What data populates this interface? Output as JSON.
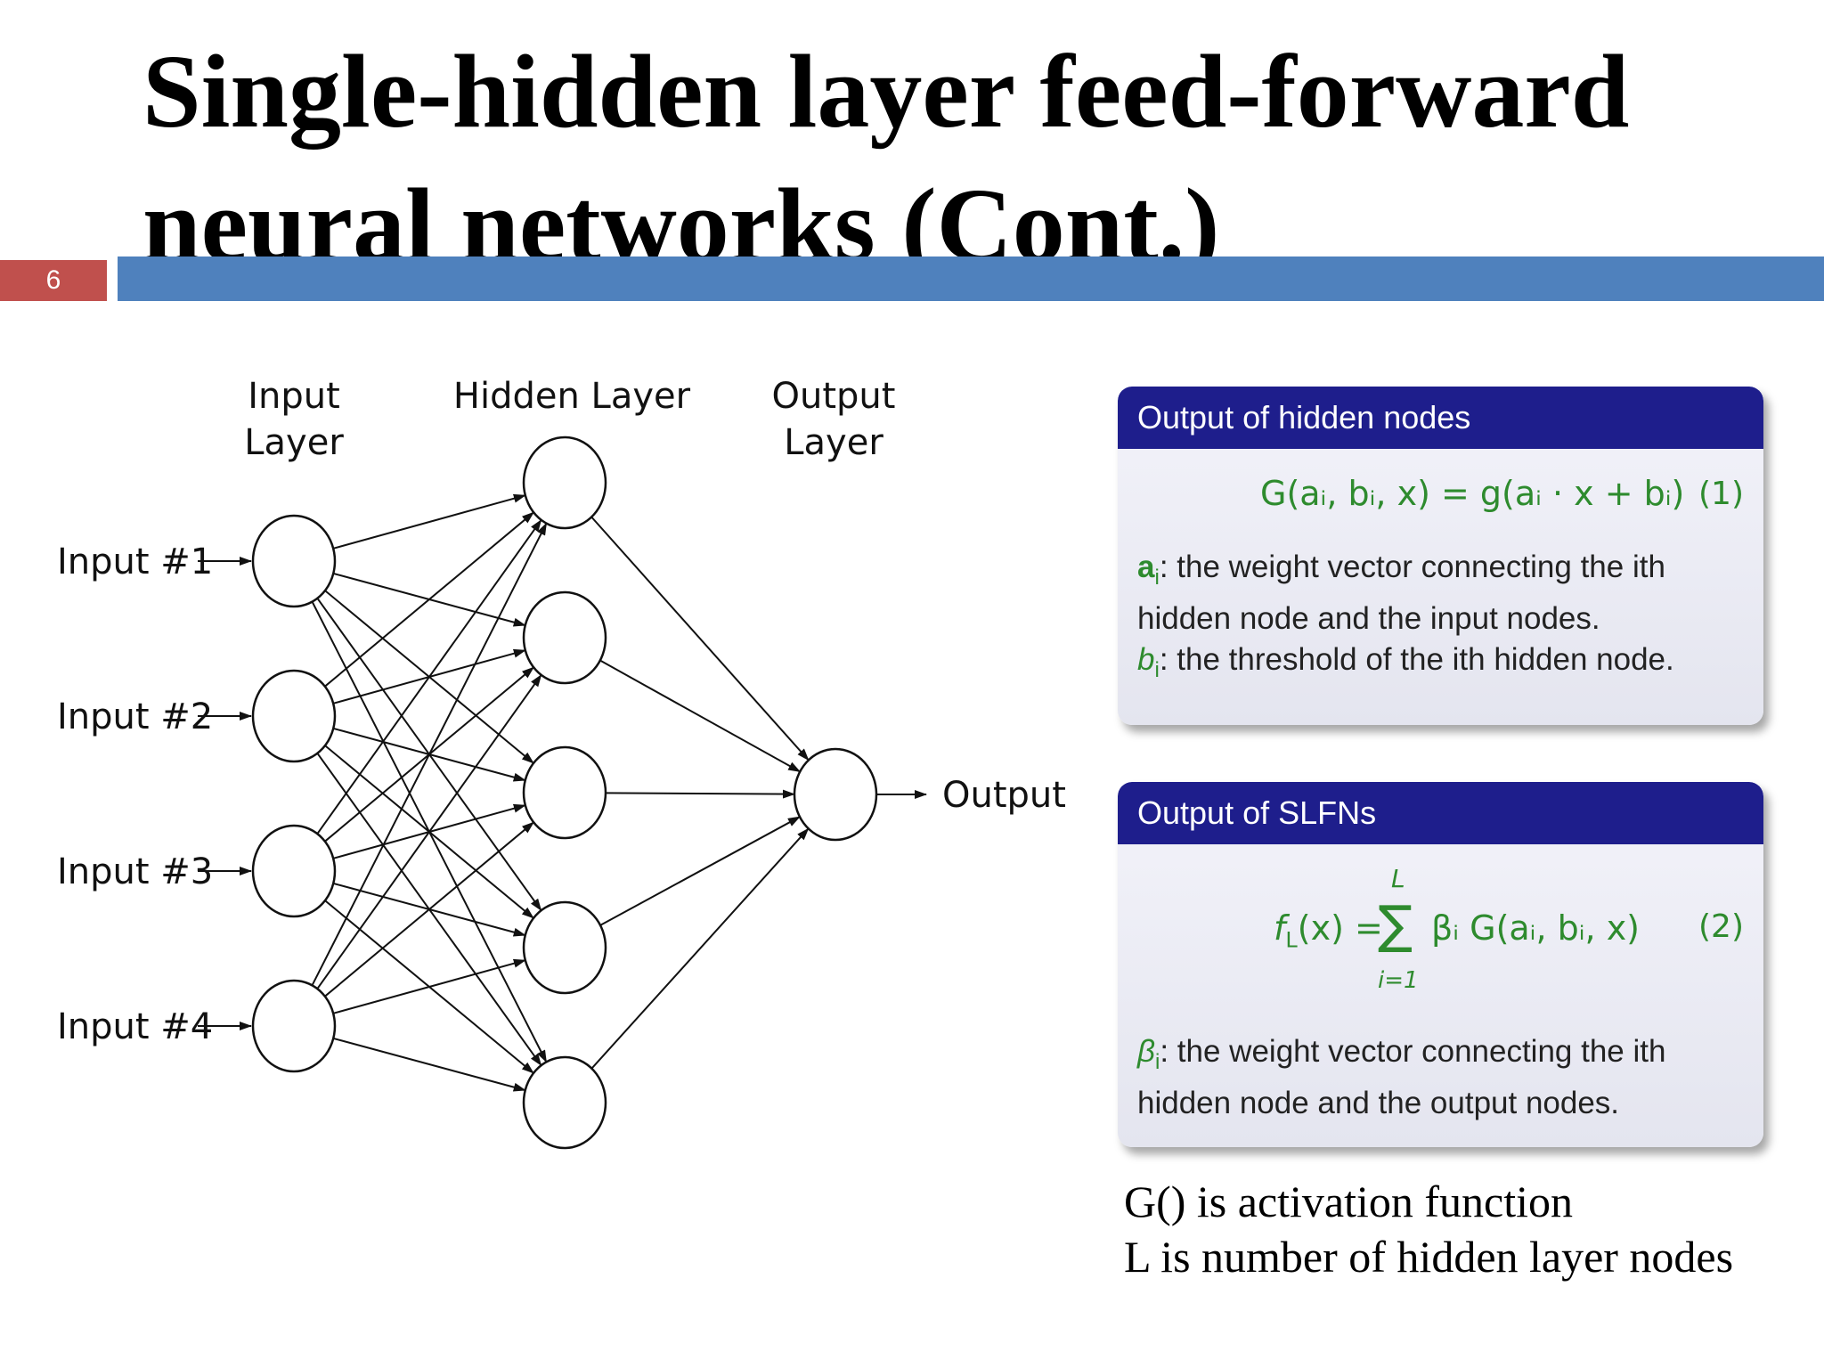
{
  "slide": {
    "title": "Single-hidden layer feed-forward neural networks (Cont.)",
    "number": "6"
  },
  "diagram": {
    "layer_labels": {
      "input": [
        "Input",
        "Layer"
      ],
      "hidden": "Hidden Layer",
      "output": [
        "Output",
        "Layer"
      ]
    },
    "inputs": [
      "Input #1",
      "Input #2",
      "Input #3",
      "Input #4"
    ],
    "hidden_node_count": 5,
    "output_label": "Output"
  },
  "box1": {
    "header": "Output of hidden nodes",
    "equation": "G(aᵢ, bᵢ, x) = g(aᵢ · x + bᵢ)",
    "number": "(1)",
    "desc_a_sym": "a",
    "desc_a_sub": "i",
    "desc_a_text": ": the weight vector connecting the ith hidden node and the input nodes.",
    "desc_b_sym": "b",
    "desc_b_sub": "i",
    "desc_b_text": ": the threshold of the ith hidden node."
  },
  "box2": {
    "header": "Output of SLFNs",
    "lhs": "f",
    "lhs_sub": "L",
    "lhs_rest": "(x) =",
    "sum_top": "L",
    "sum_bottom": "i=1",
    "rhs": "βᵢ G(aᵢ, bᵢ, x)",
    "number": "(2)",
    "desc_sym": "β",
    "desc_sub": "i",
    "desc_text": ": the weight vector connecting the ith hidden node and the output nodes."
  },
  "notes": [
    "G() is activation function",
    "L is number of hidden layer nodes"
  ]
}
